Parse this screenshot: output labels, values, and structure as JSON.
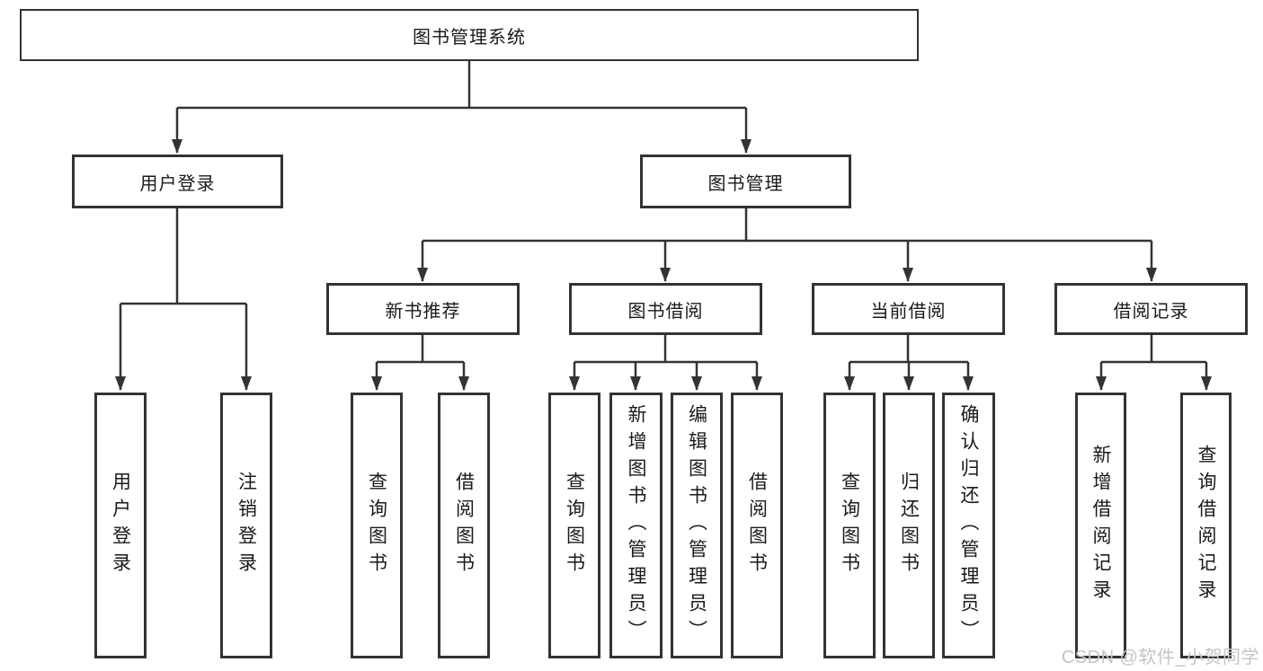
{
  "tree": {
    "label": "图书管理系统",
    "children": [
      {
        "label": "用户登录",
        "children": [
          {
            "label": "用户登录"
          },
          {
            "label": "注销登录"
          }
        ]
      },
      {
        "label": "图书管理",
        "children": [
          {
            "label": "新书推荐",
            "children": [
              {
                "label": "查询图书"
              },
              {
                "label": "借阅图书"
              }
            ]
          },
          {
            "label": "图书借阅",
            "children": [
              {
                "label": "查询图书"
              },
              {
                "label": "新增图书（管理员）"
              },
              {
                "label": "编辑图书（管理员）"
              },
              {
                "label": "借阅图书"
              }
            ]
          },
          {
            "label": "当前借阅",
            "children": [
              {
                "label": "查询图书"
              },
              {
                "label": "归还图书"
              },
              {
                "label": "确认归还（管理员）"
              }
            ]
          },
          {
            "label": "借阅记录",
            "children": [
              {
                "label": "新增借阅记录"
              },
              {
                "label": "查询借阅记录"
              }
            ]
          }
        ]
      }
    ]
  },
  "watermark": {
    "text": "CSDN @软件_小贺同学"
  },
  "colors": {
    "line": "#333333",
    "text": "#1a1a1a",
    "box_bg": "#ffffff",
    "watermark": "#c5c5c9"
  }
}
